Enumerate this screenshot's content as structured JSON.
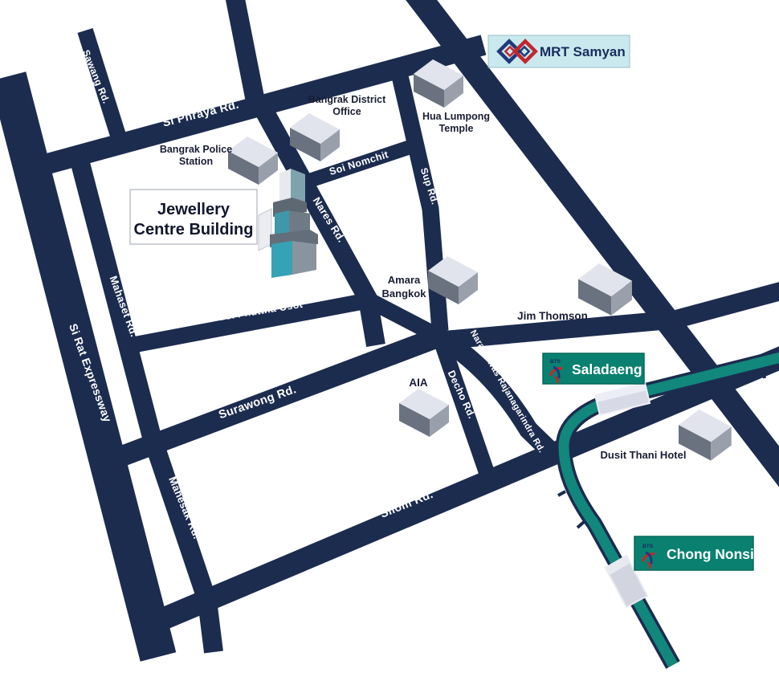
{
  "colors": {
    "road": "#1C2C4F",
    "bts_line": "#12877C",
    "bts_badge_bg": "#0A8170",
    "mrt_badge_bg": "#C9E9EE",
    "building_top": "#E1E4EC",
    "building_left": "#6A7280",
    "building_right": "#99A0AC",
    "jewellery_teal": "#4F9BAD",
    "station_house": "#D7D9E7"
  },
  "roads": [
    {
      "label": "Sawang Rd."
    },
    {
      "label": "Si Phraya Rd."
    },
    {
      "label": "Mahaset Rd."
    },
    {
      "label": "Si Rat Expressway"
    },
    {
      "label": "Soi Nomchit"
    },
    {
      "label": "Nares Rd."
    },
    {
      "label": "Sup Rd."
    },
    {
      "label": "Rama IV Rd."
    },
    {
      "label": "Soi Phuttha Osot"
    },
    {
      "label": "Naradhiwas Rajanagarindra Rd."
    },
    {
      "label": "Surawong Rd."
    },
    {
      "label": "Decho Rd."
    },
    {
      "label": "Mahesak Rd."
    },
    {
      "label": "Silom Rd."
    }
  ],
  "buildings": [
    {
      "name": "Bangrak Police Station",
      "line1": "Bangrak Police",
      "line2": "Station"
    },
    {
      "name": "Bangrak District Office",
      "line1": "Bangrak District",
      "line2": "Office"
    },
    {
      "name": "Hua Lumpong Temple",
      "line1": "Hua Lumpong",
      "line2": "Temple"
    },
    {
      "name": "Amara Bangkok",
      "line1": "Amara",
      "line2": "Bangkok"
    },
    {
      "name": "Jim Thomson",
      "line1": "Jim Thomson"
    },
    {
      "name": "AIA",
      "line1": "AIA"
    },
    {
      "name": "Dusit Thani Hotel",
      "line1": "Dusit Thani Hotel"
    }
  ],
  "landmark": {
    "name": "Jewellery Centre Building",
    "line1": "Jewellery",
    "line2": "Centre Building"
  },
  "stations": [
    {
      "name": "MRT Samyan",
      "system": "MRT"
    },
    {
      "name": "Saladaeng",
      "system": "BTS"
    },
    {
      "name": "Chong Nonsi",
      "system": "BTS"
    }
  ]
}
